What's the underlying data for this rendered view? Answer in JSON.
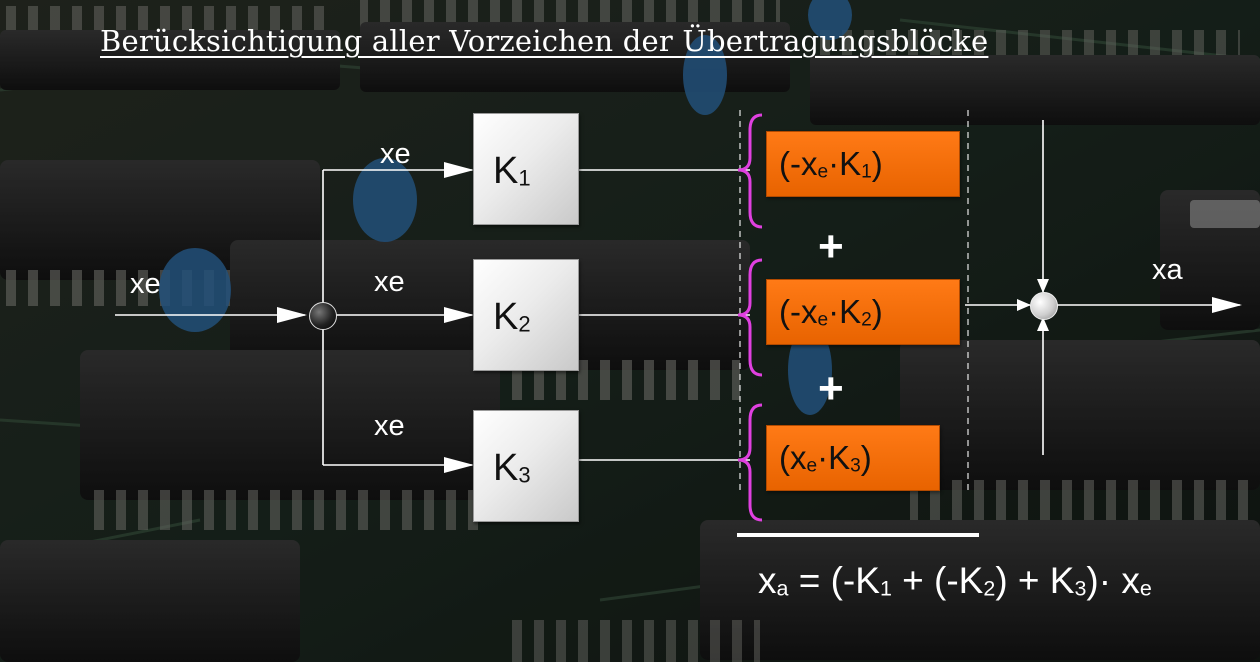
{
  "title": "Berücksichtigung aller Vorzeichen der Übertragungsblöcke",
  "signals": {
    "input": "x",
    "input_sub": "e",
    "output": "x",
    "output_sub": "a"
  },
  "blocks": [
    {
      "label": "K",
      "sub": "1"
    },
    {
      "label": "K",
      "sub": "2"
    },
    {
      "label": "K",
      "sub": "3"
    }
  ],
  "products": [
    {
      "open": "(-x",
      "sub_e": "e",
      "dot": "·",
      "k": "K",
      "sub_k": "1",
      "close": ")"
    },
    {
      "open": "(-x",
      "sub_e": "e",
      "dot": "·",
      "k": "K",
      "sub_k": "2",
      "close": ")"
    },
    {
      "open": "(x",
      "sub_e": "e",
      "dot": "·",
      "k": "K",
      "sub_k": "3",
      "close": ")"
    }
  ],
  "plus": [
    "+",
    "+"
  ],
  "equation": {
    "lhs": "x",
    "lhs_sub": "a",
    "part1": " = (-K",
    "sub1": "1",
    "part2": " + (-K",
    "sub2": "2",
    "part3": ") + K",
    "sub3": "3",
    "part4": ")",
    "dot": "·",
    "part5": "x",
    "sub5": "e"
  },
  "colors": {
    "product_box": "#ff7a16",
    "brace": "#e040e0",
    "wire": "#ffffff",
    "block": "#e8e8e8"
  }
}
